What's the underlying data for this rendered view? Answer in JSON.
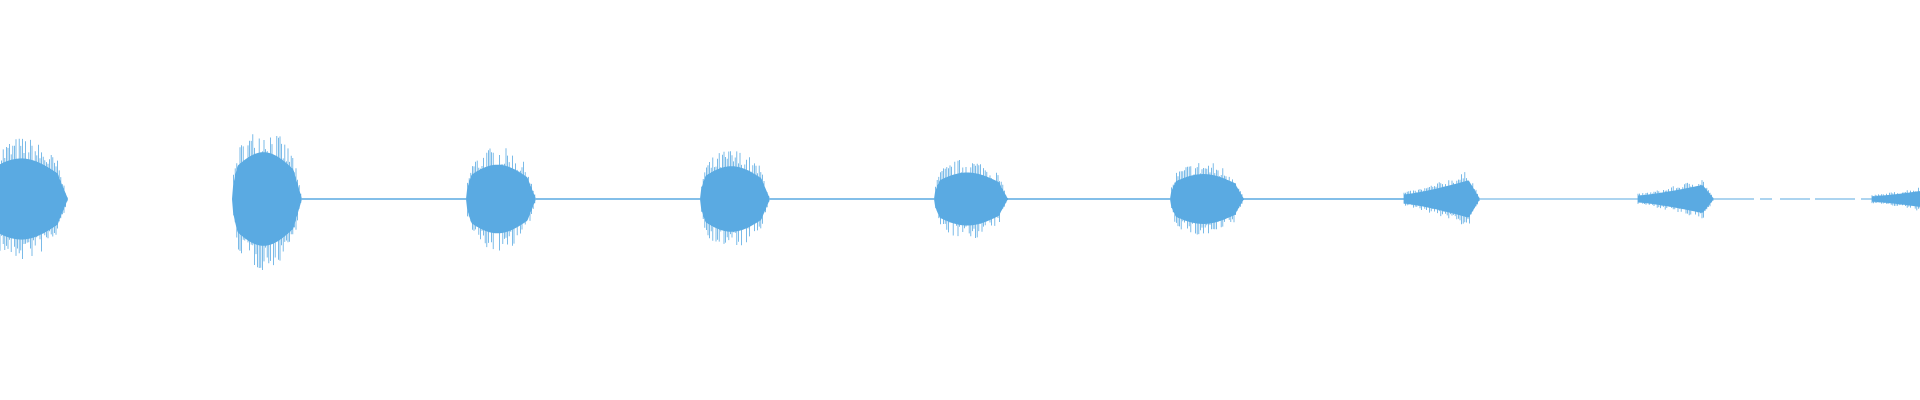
{
  "waveform": {
    "color": "#5aaae2",
    "baseline_color": "#5aaae2",
    "centerline": true,
    "bursts": [
      {
        "amplitude": 0.26,
        "shape": "dome",
        "truncated_left": true
      },
      {
        "amplitude": 0.3,
        "shape": "dome"
      },
      {
        "amplitude": 0.22,
        "shape": "dome"
      },
      {
        "amplitude": 0.21,
        "shape": "dome"
      },
      {
        "amplitude": 0.17,
        "shape": "dome"
      },
      {
        "amplitude": 0.16,
        "shape": "dome"
      },
      {
        "amplitude": 0.12,
        "shape": "rising"
      },
      {
        "amplitude": 0.09,
        "shape": "rising"
      },
      {
        "amplitude": 0.07,
        "shape": "rising",
        "truncated_right": true
      }
    ]
  }
}
